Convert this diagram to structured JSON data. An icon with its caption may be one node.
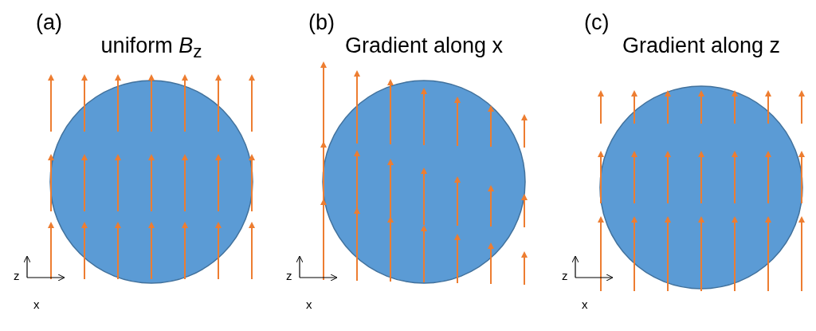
{
  "diagram": {
    "labels": [
      "(a)",
      "uniform *B*$_{z}$",
      "z",
      "x",
      "(b)",
      "Gradient along x",
      "z",
      "x",
      "(c)",
      "Gradient along z",
      "z",
      "x"
    ]
  }
}
